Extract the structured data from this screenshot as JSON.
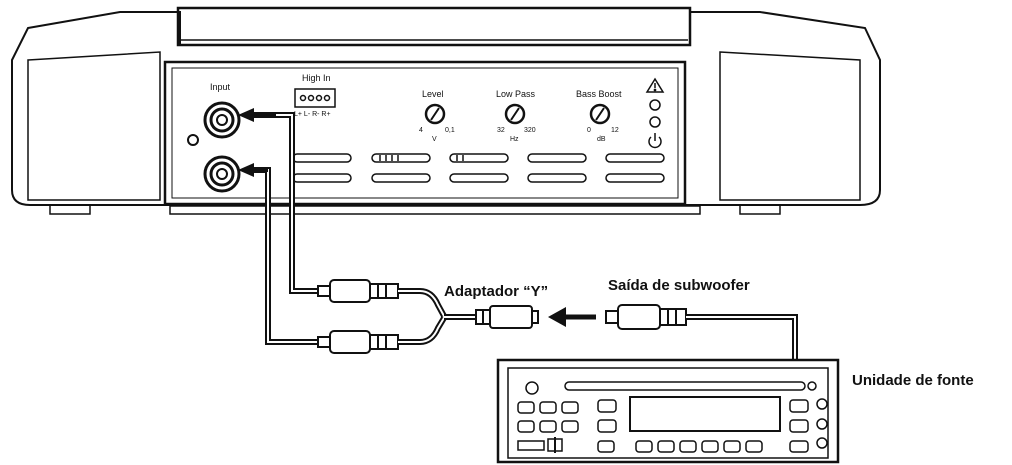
{
  "amplifier": {
    "labels": {
      "input": "Input",
      "high_in": "High In",
      "high_in_pins": "L+ L- R- R+",
      "level": "Level",
      "level_min": "4",
      "level_max": "0,1",
      "level_unit": "V",
      "low_pass": "Low Pass",
      "low_pass_min": "32",
      "low_pass_max": "320",
      "low_pass_unit": "Hz",
      "bass_boost": "Bass Boost",
      "bass_boost_min": "0",
      "bass_boost_max": "12",
      "bass_boost_unit": "dB"
    },
    "icons": [
      "warning-icon",
      "status-led-icon",
      "power-icon"
    ]
  },
  "callouts": {
    "adapter": "Adaptador “Y”",
    "subwoofer_output": "Saída de subwoofer",
    "source_unit": "Unidade de fonte"
  },
  "colors": {
    "line": "#111111",
    "background": "#ffffff",
    "panel_fill": "#ffffff"
  }
}
